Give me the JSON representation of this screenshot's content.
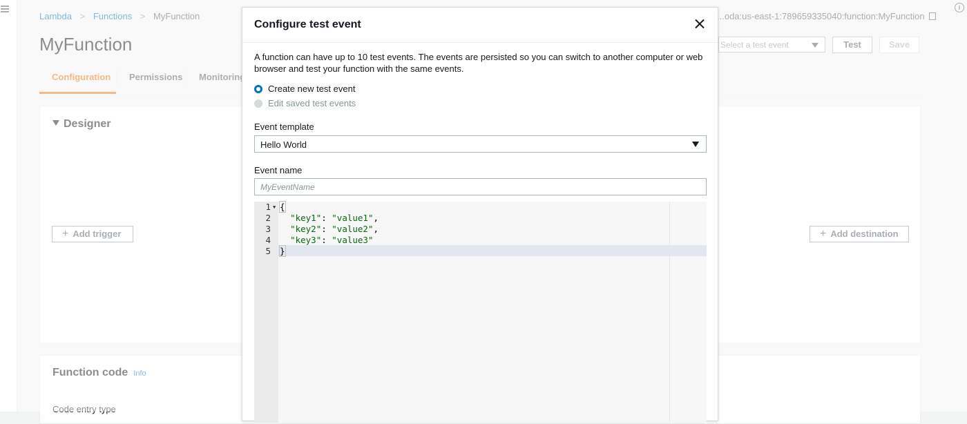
{
  "background": {
    "breadcrumb": [
      "Lambda",
      "Functions",
      "MyFunction"
    ],
    "breadcrumb_sep": ">",
    "arn": "...oda:us-east-1:789659335040:function:MyFunction",
    "page_title": "MyFunction",
    "test_select_placeholder": "Select a test event",
    "test_button": "Test",
    "save_button": "Save",
    "tabs": [
      "Configuration",
      "Permissions",
      "Monitoring"
    ],
    "designer_title": "Designer",
    "add_trigger": "Add trigger",
    "add_destination": "Add destination",
    "function_code_title": "Function code",
    "function_code_info": "Info",
    "code_entry_type_label": "Code entry type",
    "info_icon": "i"
  },
  "modal": {
    "title": "Configure test event",
    "description": "A function can have up to 10 test events. The events are persisted so you can switch to another computer or web browser and test your function with the same events.",
    "radio_create": "Create new test event",
    "radio_edit": "Edit saved test events",
    "event_template_label": "Event template",
    "event_template_value": "Hello World",
    "event_name_label": "Event name",
    "event_name_placeholder": "MyEventName",
    "editor": {
      "line_numbers": [
        "1",
        "2",
        "3",
        "4",
        "5"
      ],
      "open_brace": "{",
      "close_brace": "}",
      "keys": [
        "\"key1\"",
        "\"key2\"",
        "\"key3\""
      ],
      "values": [
        "\"value1\"",
        "\"value2\"",
        "\"value3\""
      ],
      "colon": ": ",
      "comma": ","
    }
  },
  "colors": {
    "accent": "#ec7211",
    "link": "#0073bb",
    "radio_selected": "#0073bb",
    "json_string": "#036a07"
  }
}
